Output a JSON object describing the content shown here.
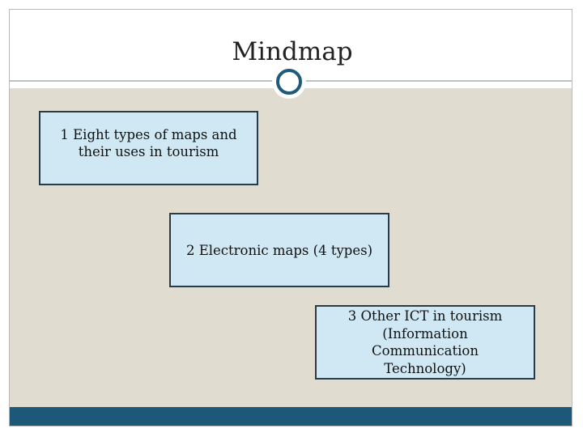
{
  "slide": {
    "title": "Mindmap"
  },
  "mindmap": {
    "nodes": [
      {
        "label": "1 Eight types of maps and their uses in tourism"
      },
      {
        "label": "2  Electronic maps (4 types)"
      },
      {
        "label": "3 Other ICT in tourism (Information Communication Technology)"
      }
    ]
  },
  "colors": {
    "content_background": "#e1dcd0",
    "box_fill": "#cfe8f3",
    "box_border": "#2a3b47",
    "accent": "#1e5878"
  },
  "icons": {
    "divider_ornament": "ring-icon"
  }
}
